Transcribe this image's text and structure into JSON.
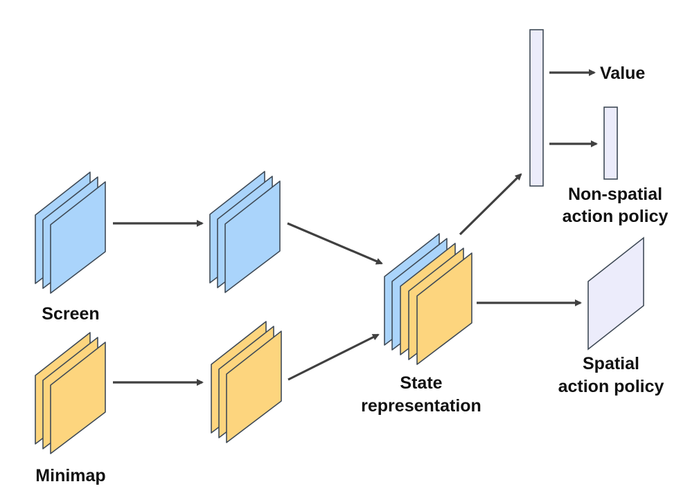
{
  "labels": {
    "screen": "Screen",
    "minimap": "Minimap",
    "state_line1": "State",
    "state_line2": "representation",
    "value": "Value",
    "nonspatial_line1": "Non-spatial",
    "nonspatial_line2": "action policy",
    "spatial_line1": "Spatial",
    "spatial_line2": "action policy"
  },
  "colors": {
    "screen_feature": "#aad4fb",
    "minimap_feature": "#fdd57e",
    "policy_output": "#ececfb",
    "arrow": "#404040"
  }
}
